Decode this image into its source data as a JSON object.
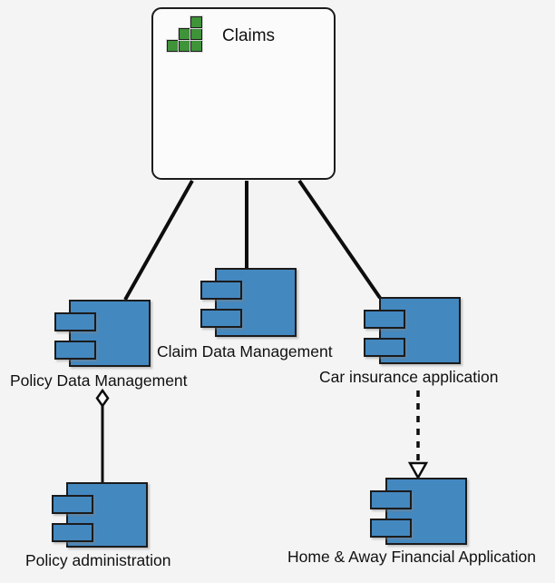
{
  "diagram": {
    "type": "uml-component-diagram",
    "background_color": "#f4f4f4",
    "component_fill": "#4488c0",
    "component_stroke": "#1b1b1b",
    "icon_color": "#3f9339",
    "group": {
      "title": "Claims",
      "icon": "green-staircase-icon",
      "fill": "#fbfbfb"
    },
    "components": [
      {
        "id": "policy-data-management",
        "label": "Policy Data Management"
      },
      {
        "id": "claim-data-management",
        "label": "Claim Data Management"
      },
      {
        "id": "car-insurance-application",
        "label": "Car insurance application"
      },
      {
        "id": "policy-administration",
        "label": "Policy administration"
      },
      {
        "id": "home-away-financial-application",
        "label": "Home & Away Financial Application"
      }
    ],
    "connections": [
      {
        "from": "Claims",
        "to": "Policy Data Management",
        "style": "solid",
        "marker": "none"
      },
      {
        "from": "Claims",
        "to": "Claim Data Management",
        "style": "solid",
        "marker": "none"
      },
      {
        "from": "Claims",
        "to": "Car insurance application",
        "style": "solid",
        "marker": "none"
      },
      {
        "from": "Policy Data Management",
        "to": "Policy administration",
        "style": "solid",
        "marker": "hollow-diamond-aggregation"
      },
      {
        "from": "Car insurance application",
        "to": "Home & Away Financial Application",
        "style": "dashed",
        "marker": "hollow-triangle-arrow"
      }
    ]
  }
}
